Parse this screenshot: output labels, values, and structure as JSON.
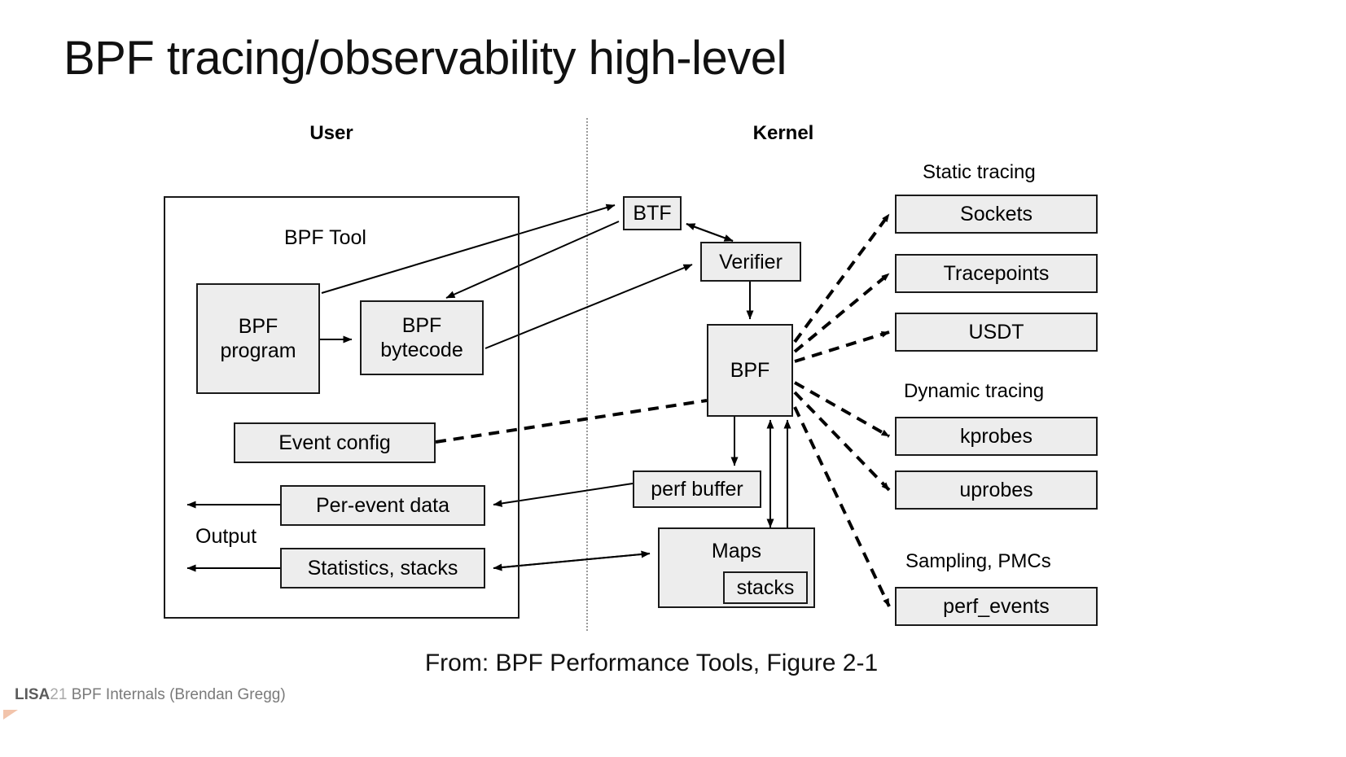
{
  "slide": {
    "title": "BPF tracing/observability high-level",
    "caption": "From: BPF Performance Tools, Figure 2-1",
    "footer": {
      "brand": "LISA",
      "year": "21",
      "talk": " BPF Internals (Brendan Gregg)"
    }
  },
  "headers": {
    "user": "User",
    "kernel": "Kernel"
  },
  "user_side": {
    "container_label": "BPF Tool",
    "boxes": [
      {
        "id": "bpf-program",
        "label": "BPF\nprogram"
      },
      {
        "id": "bpf-bytecode",
        "label": "BPF\nbytecode"
      },
      {
        "id": "event-config",
        "label": "Event config"
      },
      {
        "id": "per-event-data",
        "label": "Per-event data"
      },
      {
        "id": "statistics",
        "label": "Statistics, stacks"
      }
    ],
    "output_label": "Output"
  },
  "kernel_side": {
    "boxes": [
      {
        "id": "btf",
        "label": "BTF"
      },
      {
        "id": "verifier",
        "label": "Verifier"
      },
      {
        "id": "bpf",
        "label": "BPF"
      },
      {
        "id": "perf-buffer",
        "label": "perf buffer"
      },
      {
        "id": "maps",
        "label": "Maps"
      },
      {
        "id": "stacks",
        "label": "stacks"
      }
    ]
  },
  "event_sources": {
    "groups": [
      {
        "id": "static-tracing",
        "title": "Static tracing",
        "items": [
          {
            "id": "sockets",
            "label": "Sockets"
          },
          {
            "id": "tracepoints",
            "label": "Tracepoints"
          },
          {
            "id": "usdt",
            "label": "USDT"
          }
        ]
      },
      {
        "id": "dynamic-tracing",
        "title": "Dynamic tracing",
        "items": [
          {
            "id": "kprobes",
            "label": "kprobes"
          },
          {
            "id": "uprobes",
            "label": "uprobes"
          }
        ]
      },
      {
        "id": "sampling-pmcs",
        "title": "Sampling, PMCs",
        "items": [
          {
            "id": "perf-events",
            "label": "perf_events"
          }
        ]
      }
    ]
  },
  "colors": {
    "box_fill": "#ededed",
    "box_stroke": "#1a1a1a",
    "divider": "#9a9a9a",
    "footer_text": "#7a7a7a",
    "footer_mark": "#f2c4ab"
  }
}
